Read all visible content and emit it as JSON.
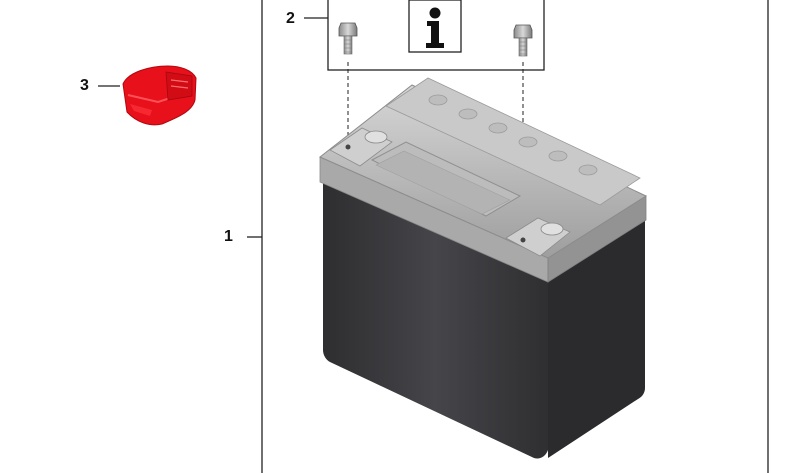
{
  "callouts": {
    "item1": "1",
    "item2": "2",
    "item3": "3"
  },
  "info_box": {
    "glyph": "i",
    "icon": "info-icon"
  },
  "colors": {
    "cap": "#e8101a",
    "battery_body": "#3c3c3e",
    "battery_lid": "#b9b9b9",
    "lines": "#222222"
  }
}
